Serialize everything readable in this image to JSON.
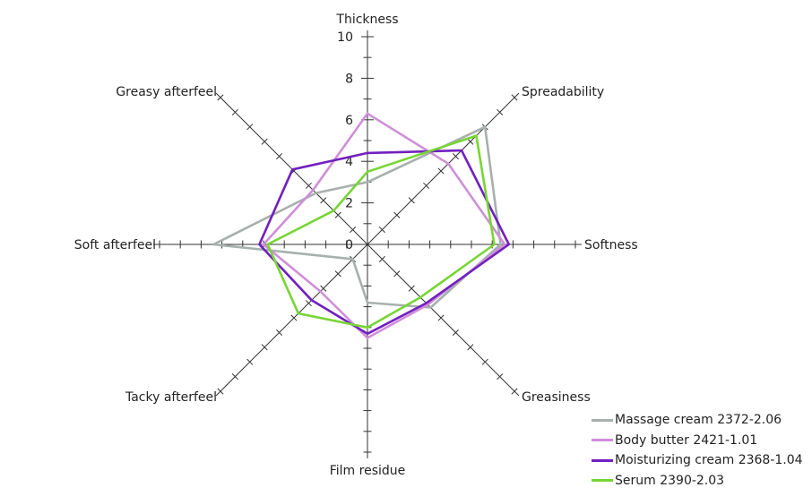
{
  "chart_data": {
    "type": "radar",
    "title": "",
    "axes": [
      "Thickness",
      "Spreadability",
      "Softness",
      "Greasiness",
      "Film residue",
      "Tacky afterfeel",
      "Soft afterfeel",
      "Greasy afterfeel"
    ],
    "range": [
      0,
      10
    ],
    "tick_labels": [
      "0",
      "2",
      "4",
      "6",
      "8",
      "10"
    ],
    "legend_position": "bottom-right",
    "series": [
      {
        "name": "Massage cream 2372-2.06",
        "color": "#a7b0ad",
        "values": [
          3.0,
          8.0,
          6.4,
          4.3,
          2.8,
          1.0,
          7.4,
          3.5
        ]
      },
      {
        "name": "Body butter 2421-1.01",
        "color": "#cf8fd8",
        "values": [
          6.3,
          5.5,
          6.6,
          4.1,
          4.5,
          3.2,
          5.0,
          3.7
        ]
      },
      {
        "name": "Moisturizing cream 2368-1.04",
        "color": "#7120bf",
        "values": [
          4.4,
          6.4,
          6.8,
          4.0,
          4.3,
          3.8,
          5.2,
          5.1
        ]
      },
      {
        "name": "Serum 2390-2.03",
        "color": "#77d534",
        "values": [
          3.5,
          7.4,
          6.1,
          3.6,
          4.0,
          4.7,
          4.8,
          2.3
        ]
      }
    ]
  }
}
